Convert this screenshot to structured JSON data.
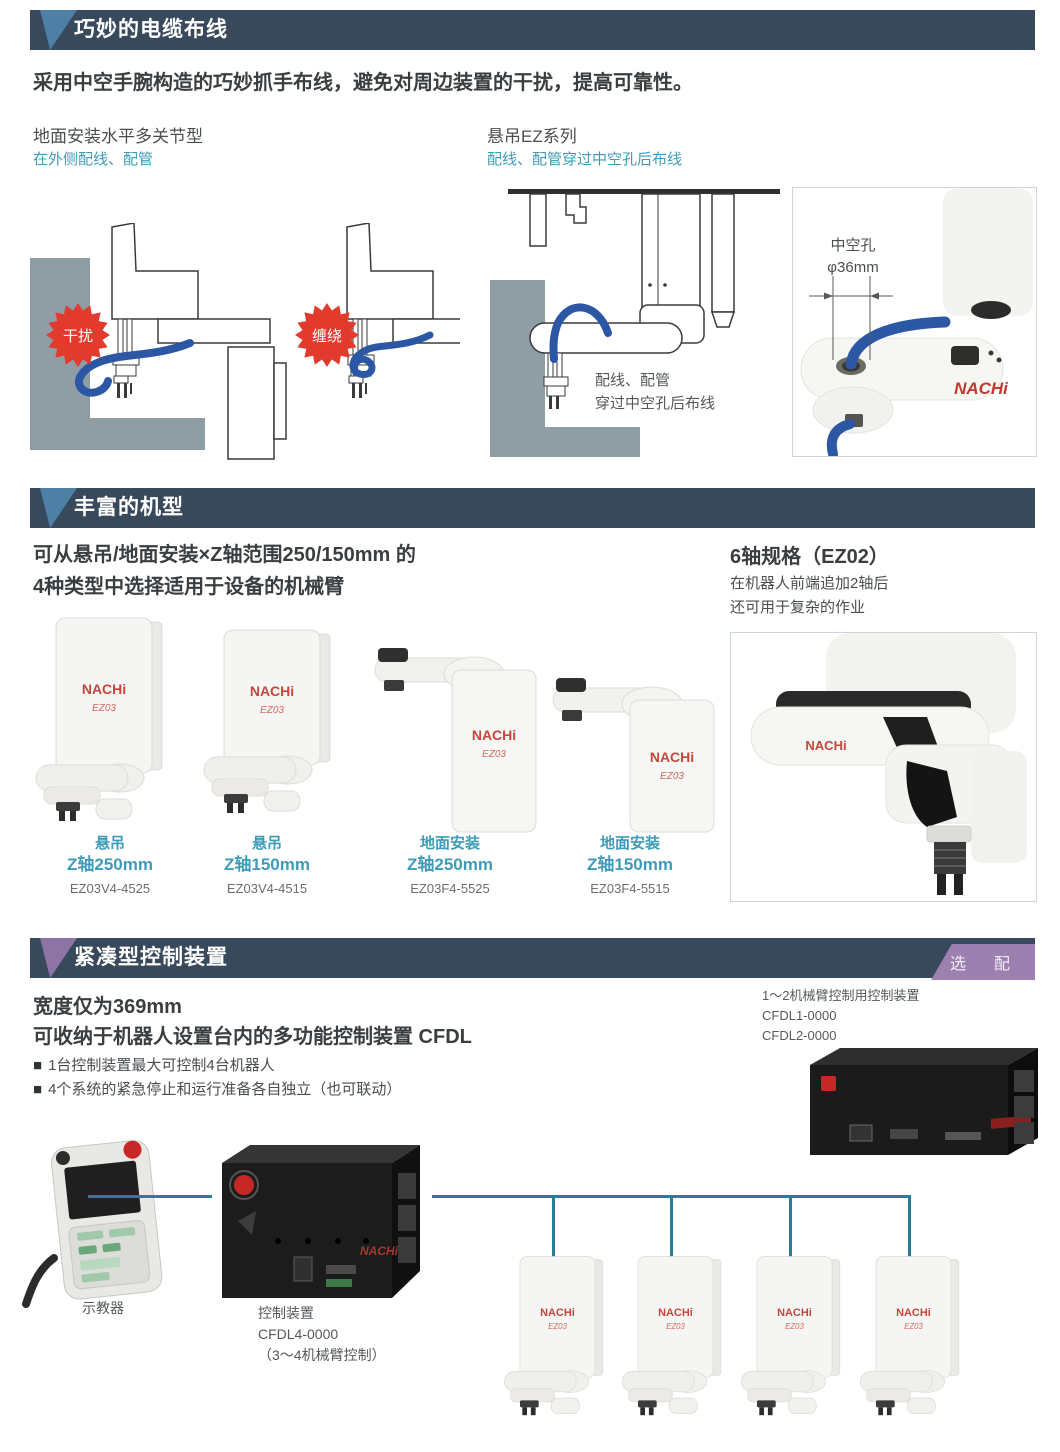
{
  "brand": {
    "nachi": "NACHi",
    "ez03": "EZ03"
  },
  "colors": {
    "header_bar": "#37495b",
    "accent_blue": "#4e80a6",
    "accent_purple": "#8d74a5",
    "badge_purple": "#9c80b0",
    "teal_text": "#3e9cb8",
    "line_teal": "#2a7d96",
    "badge_red": "#e23b2e",
    "cable_blue": "#2c57a5",
    "nachi_red": "#c5463c",
    "wall_gray": "#8f9da4"
  },
  "section1": {
    "title": "巧妙的电缆布线",
    "intro": "采用中空手腕构造的巧妙抓手布线，避免对周边装置的干扰，提高可靠性。",
    "floor_type": {
      "heading": "地面安装水平多关节型",
      "subheading": "在外侧配线、配管",
      "badge_interference": "干扰",
      "badge_entangle": "缠绕"
    },
    "hanging_type": {
      "heading": "悬吊EZ系列",
      "subheading": "配线、配管穿过中空孔后布线",
      "caption_line1": "配线、配管",
      "caption_line2": "穿过中空孔后布线"
    },
    "photo": {
      "label_line1": "中空孔",
      "label_line2": "φ36mm"
    }
  },
  "section2": {
    "title": "丰富的机型",
    "intro_line1": "可从悬吊/地面安装×Z轴范围250/150mm 的",
    "intro_line2": "4种类型中选择适用于设备的机械臂",
    "six_axis": {
      "title": "6轴规格（EZ02）",
      "desc_line1": "在机器人前端追加2轴后",
      "desc_line2": "还可用于复杂的作业"
    },
    "products": [
      {
        "mount": "悬吊",
        "z_range": "Z轴250mm",
        "model": "EZ03V4-4525"
      },
      {
        "mount": "悬吊",
        "z_range": "Z轴150mm",
        "model": "EZ03V4-4515"
      },
      {
        "mount": "地面安装",
        "z_range": "Z轴250mm",
        "model": "EZ03F4-5525"
      },
      {
        "mount": "地面安装",
        "z_range": "Z轴150mm",
        "model": "EZ03F4-5515"
      }
    ]
  },
  "section3": {
    "title": "紧凑型控制装置",
    "option_badge": "选　配",
    "headline_line1": "宽度仅为369mm",
    "headline_line2": "可收纳于机器人设置台内的多功能控制装置 CFDL",
    "bullets": [
      "1台控制装置最大可控制4台机器人",
      "4个系统的紧急停止和运行准备各自独立（也可联动）"
    ],
    "small_controller": {
      "line1": "1～2机械臂控制用控制装置",
      "line2": "CFDL1-0000",
      "line3": "CFDL2-0000"
    },
    "pendant_label": "示教器",
    "main_controller": {
      "line1": "控制装置",
      "line2": "CFDL4-0000",
      "line3": "（3～4机械臂控制）"
    }
  }
}
